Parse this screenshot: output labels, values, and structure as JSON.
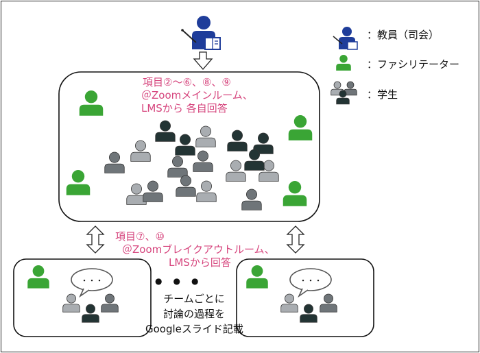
{
  "legend": {
    "teacher": "：教員（司会）",
    "facilitator": "：ファシリテーター",
    "student": "：学生"
  },
  "main_room": {
    "line1": "項目②～⑥、⑧、⑨",
    "line2": "＠Zoomメインルーム、",
    "line3": "LMSから 各自回答"
  },
  "breakout": {
    "line1": "項目⑦、⑩",
    "line2": "＠Zoomブレイクアウトルーム、",
    "line3": "LMSから回答"
  },
  "group_note": {
    "line1": "チームごとに",
    "line2": "討論の過程を",
    "line3": "Googleスライド記載"
  },
  "speech_text": "・・・",
  "dots": "●　●　●",
  "colors": {
    "teacher": "#1f3d9a",
    "facilitator": "#3aa535",
    "student_light": "#a9adb1",
    "student_mid": "#6f7579",
    "student_dark": "#233434",
    "label": "#d6457d"
  },
  "icons": [
    "teacher-icon",
    "facilitator-icon",
    "student-icon",
    "speech-bubble-icon",
    "double-arrow-icon",
    "down-arrow-icon"
  ]
}
